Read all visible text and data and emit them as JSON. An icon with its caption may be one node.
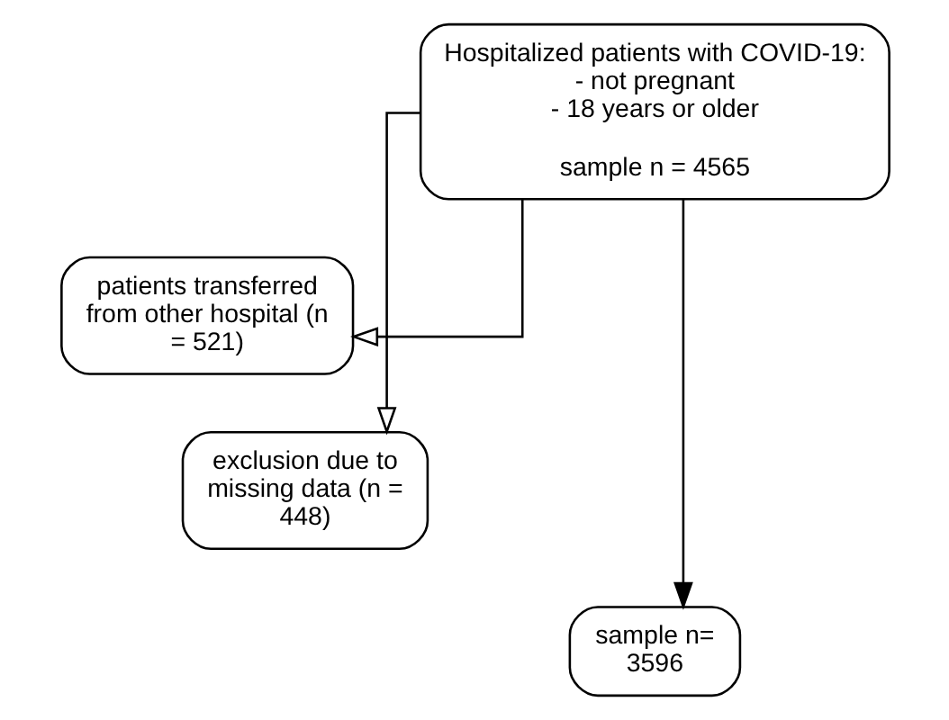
{
  "diagram": {
    "nodes": [
      {
        "text": [
          "Hospitalized patients with COVID-19: - not pregnant - 18 years or older",
          "sample n = 4565"
        ]
      },
      {
        "text": [
          "patients transferred from other hospital (n = 521)"
        ]
      },
      {
        "text": [
          "exclusion due to missing data (n = 448)"
        ]
      },
      {
        "text": [
          "sample n= 3596"
        ]
      }
    ],
    "edges": [
      {
        "from": 0,
        "to": 1,
        "arrow": "to"
      },
      {
        "from": 0,
        "to": 2,
        "arrow": "to"
      },
      {
        "from": 0,
        "to": 3,
        "arrow": "to"
      }
    ]
  }
}
